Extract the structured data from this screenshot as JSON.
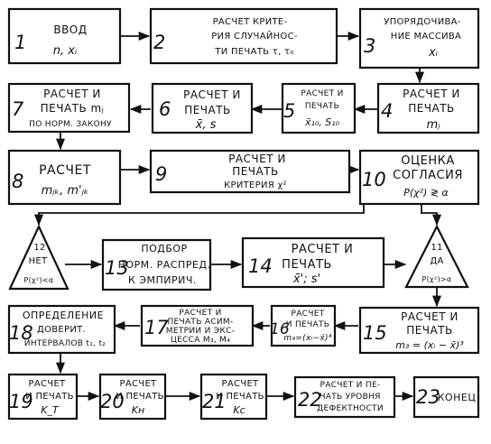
{
  "blocks": {
    "b1": {
      "num": "1",
      "lines": [
        "ВВОД",
        "n, xᵢ"
      ]
    },
    "b2": {
      "num": "2",
      "lines": [
        "РАСЧЕТ КРИТЕ-",
        "РИЯ СЛУЧАЙНОС-",
        "ТИ ПЕЧАТЬ τ, τ₀"
      ]
    },
    "b3": {
      "num": "3",
      "lines": [
        "УПОРЯДОЧИВА-",
        "НИЕ МАССИВА",
        "xᵢ"
      ]
    },
    "b4": {
      "num": "4",
      "lines": [
        "РАСЧЕТ И",
        "ПЕЧАТЬ",
        "mⱼ"
      ]
    },
    "b5": {
      "num": "5",
      "lines": [
        "РАСЧЕТ И",
        "ПЕЧАТЬ",
        "x̄₁₀, S₁₀"
      ]
    },
    "b6": {
      "num": "6",
      "lines": [
        "РАСЧЕТ И",
        "ПЕЧАТЬ",
        "x̄, s"
      ]
    },
    "b7": {
      "num": "7",
      "lines": [
        "РАСЧЕТ И",
        "ПЕЧАТЬ mⱼ",
        "ПО НОРМ. ЗАКОНУ"
      ]
    },
    "b8": {
      "num": "8",
      "lines": [
        "РАСЧЕТ",
        "mⱼₖ, m'ⱼₖ"
      ]
    },
    "b9": {
      "num": "9",
      "lines": [
        "РАСЧЕТ И",
        "ПЕЧАТЬ",
        "КРИТЕРИЯ χ²"
      ]
    },
    "b10": {
      "num": "10",
      "lines": [
        "ОЦЕНКА",
        "СОГЛАСИЯ",
        "P(χ²) ≷ α"
      ]
    },
    "b11": {
      "num": "11",
      "lines": [
        "ДА",
        "P(χ²)>α"
      ]
    },
    "b12": {
      "num": "12",
      "lines": [
        "НЕТ",
        "P(χ²)<α"
      ]
    },
    "b13": {
      "num": "13",
      "lines": [
        "ПОДБОР",
        "НОРМ. РАСПРЕД.",
        "К ЭМПИРИЧ."
      ]
    },
    "b14": {
      "num": "14",
      "lines": [
        "РАСЧЕТ И",
        "ПЕЧАТЬ",
        "x̄'; s'"
      ]
    },
    "b15": {
      "num": "15",
      "lines": [
        "РАСЧЕТ И",
        "ПЕЧАТЬ",
        "m₃ = (xᵢ − x̄)³"
      ]
    },
    "b16": {
      "num": "16",
      "lines": [
        "РАСЧЕТ",
        "И ПЕЧАТЬ",
        "m₄=(xᵢ−x̄)⁴"
      ]
    },
    "b17": {
      "num": "17",
      "lines": [
        "РАСЧЕТ И",
        "ПЕЧАТЬ АСИМ-",
        "МЕТРИИ И ЭКС-",
        "ЦЕССА M₃, M₄"
      ]
    },
    "b18": {
      "num": "18",
      "lines": [
        "ОПРЕДЕЛЕНИЕ",
        "ДОВЕРИТ.",
        "ИНТЕРВАЛОВ t₁, t₂"
      ]
    },
    "b19": {
      "num": "19",
      "lines": [
        "РАСЧЕТ",
        "И ПЕЧАТЬ",
        "K_T"
      ]
    },
    "b20": {
      "num": "20",
      "lines": [
        "РАСЧЕТ",
        "И ПЕЧАТЬ",
        "Kн"
      ]
    },
    "b21": {
      "num": "21",
      "lines": [
        "РАСЧЕТ",
        "И ПЕЧАТЬ",
        "Kс"
      ]
    },
    "b22": {
      "num": "22",
      "lines": [
        "РАСЧЕТ И ПЕ-",
        "ЧАТЬ УРОВНЯ",
        "ДЕФЕКТНОСТИ"
      ]
    },
    "b23": {
      "num": "23",
      "lines": [
        "КОНЕЦ"
      ]
    }
  }
}
